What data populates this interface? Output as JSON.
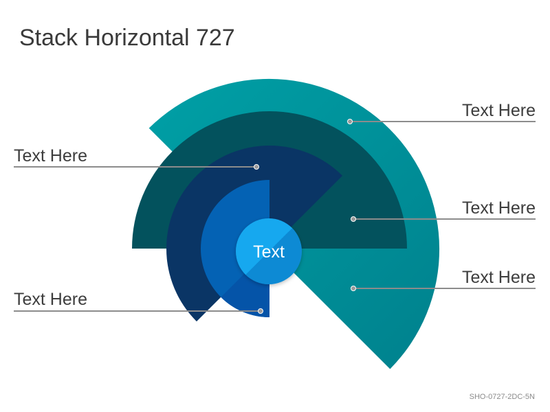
{
  "title": "Stack Horizontal 727",
  "center_label": "Text",
  "labels": [
    {
      "text": "Text Here"
    },
    {
      "text": "Text Here"
    },
    {
      "text": "Text Here"
    },
    {
      "text": "Text Here"
    },
    {
      "text": "Text Here"
    }
  ],
  "footer_code": "SHO-0727-2DC-5N",
  "colors": {
    "ring_outer": "#00959c",
    "ring_second": "#03525d",
    "ring_third": "#0a3565",
    "ring_inner": "#0462b4",
    "center_light": "#1aaaf0",
    "center_dark": "#0d8ad6",
    "leader_line": "#8c8c8c"
  }
}
